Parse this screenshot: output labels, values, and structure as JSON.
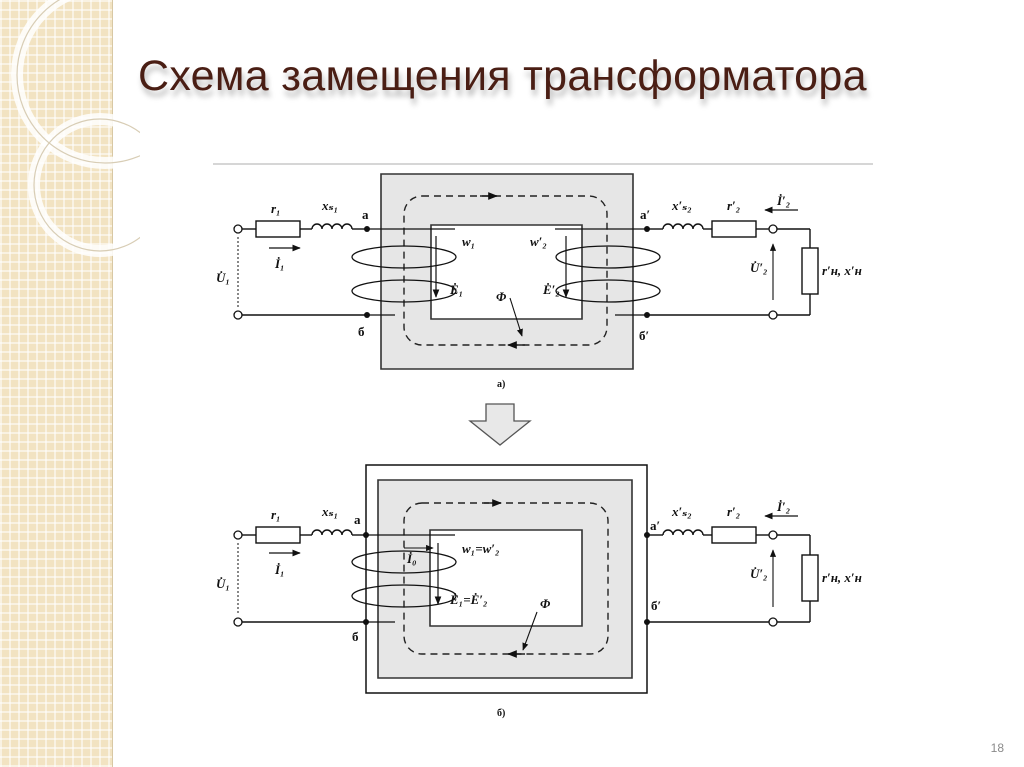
{
  "slide": {
    "title": "Схема замещения трансформатора",
    "page_number": "18"
  },
  "diagram_a": {
    "caption": "а)",
    "r1": "r₁",
    "xs1": "xₛ₁",
    "I1": "İ₁",
    "U1": "U̇₁",
    "node_a": "а",
    "node_b": "б",
    "node_a2": "а′",
    "node_b2": "б′",
    "w1": "w₁",
    "w2": "w′₂",
    "E1": "Ė₁",
    "E2": "Ė′₂",
    "flux": "Φ",
    "xs2": "x′ₛ₂",
    "r2": "r′₂",
    "I2": "İ′₂",
    "U2": "U̇′₂",
    "load": "r′н, x′н"
  },
  "diagram_b": {
    "caption": "б)",
    "r1": "r₁",
    "xs1": "xₛ₁",
    "I1": "İ₁",
    "I0": "İ₀",
    "U1": "U̇₁",
    "node_a": "а",
    "node_b": "б",
    "node_a2": "а′",
    "node_b2": "б′",
    "w_eq": "w₁=w′₂",
    "E_eq": "Ė₁=Ė′₂",
    "flux": "Φ",
    "xs2": "x′ₛ₂",
    "r2": "r′₂",
    "I2": "İ′₂",
    "U2": "U̇′₂",
    "load": "r′н, x′н"
  }
}
